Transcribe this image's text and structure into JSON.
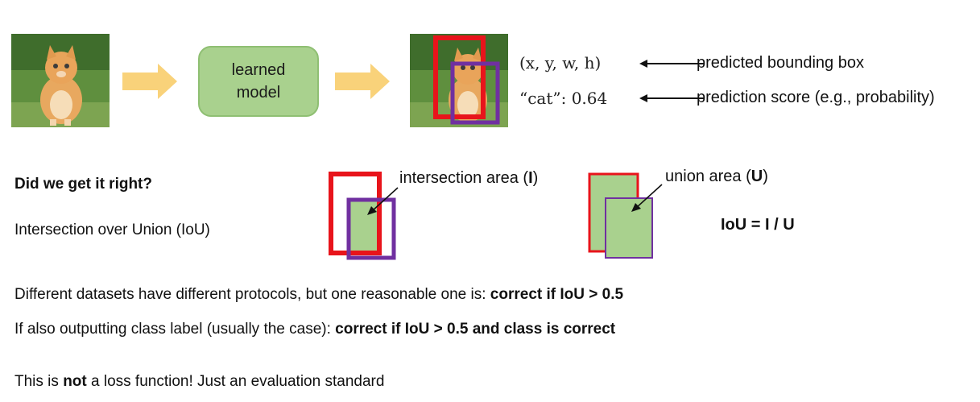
{
  "header": {
    "model_label_line1": "learned",
    "model_label_line2": "model"
  },
  "predictions": {
    "bbox_expr": "(x, y, w, h)",
    "bbox_label": "predicted bounding box",
    "score_expr": "“cat”: 0.64",
    "score_label": "prediction score (e.g., probability)"
  },
  "iou": {
    "question": "Did we get it right?",
    "name": "Intersection over Union (IoU)",
    "intersection_label_prefix": "intersection area (",
    "intersection_label_symbol": "I",
    "intersection_label_suffix": ")",
    "union_label_prefix": "union area (",
    "union_label_symbol": "U",
    "union_label_suffix": ")",
    "formula": "IoU = I / U"
  },
  "notes": {
    "line1_prefix": "Different datasets have different protocols, but one reasonable one is: ",
    "line1_bold": "correct if IoU > 0.5",
    "line2_prefix": "If also outputting class label (usually the case): ",
    "line2_bold": "correct if IoU > 0.5 and class is correct",
    "line3_prefix": "This is ",
    "line3_bold": "not",
    "line3_suffix": " a loss function! Just an evaluation standard"
  },
  "colors": {
    "predicted_box": "#e8141b",
    "ground_truth_box": "#7030a0",
    "overlap_fill": "#a9d18e",
    "arrow_fill": "#f9d27a"
  }
}
